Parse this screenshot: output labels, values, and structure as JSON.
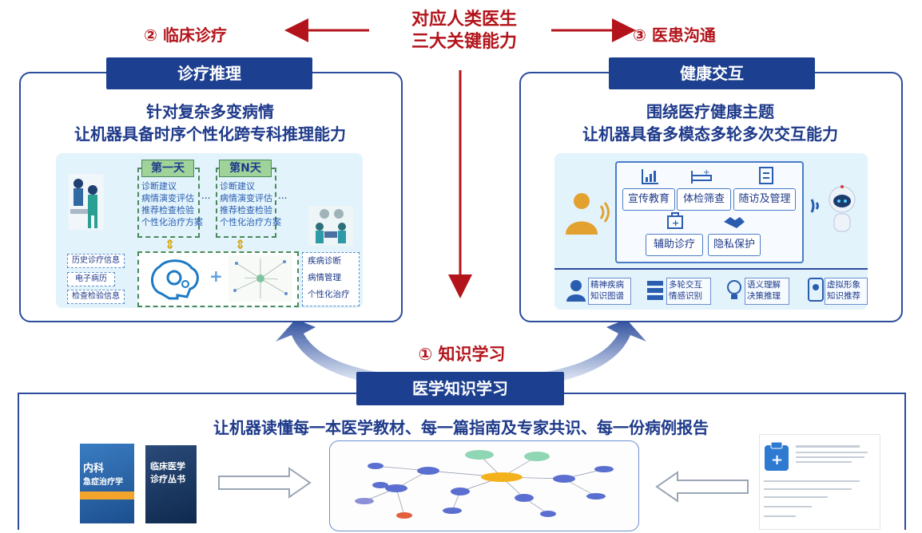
{
  "center_top": {
    "line1": "对应人类医生",
    "line2": "三大关键能力"
  },
  "left_heading": "② 临床诊疗",
  "right_heading": "③ 医患沟通",
  "middle_heading": "① 知识学习",
  "left_panel": {
    "tag": "诊疗推理",
    "title1": "针对复杂多变病情",
    "title2": "让机器具备时序个性化跨专科推理能力",
    "day1": {
      "title": "第一天",
      "items": [
        "诊断建议",
        "病情演变评估",
        "推荐检查检验",
        "个性化治疗方案"
      ]
    },
    "dayN": {
      "title": "第N天",
      "items": [
        "诊断建议",
        "病情演变评估",
        "推荐检查检验",
        "个性化治疗方案"
      ]
    },
    "ellipsis": "...",
    "inputs": [
      "历史诊疗信息",
      "电子病历",
      "检查检验信息"
    ],
    "outputs": [
      "疾病诊断",
      "病情管理",
      "个性化治疗"
    ],
    "plus": "+"
  },
  "right_panel": {
    "tag": "健康交互",
    "title1": "围绕医疗健康主题",
    "title2": "让机器具备多模态多轮多次交互能力",
    "services": [
      "宣传教育",
      "体检筛查",
      "随访及管理",
      "辅助诊疗",
      "隐私保护"
    ],
    "capabilities": [
      {
        "line1": "精神疾病",
        "line2": "知识图谱"
      },
      {
        "line1": "多轮交互",
        "line2": "情感识别"
      },
      {
        "line1": "语义理解",
        "line2": "决策推理"
      },
      {
        "line1": "虚拟形象",
        "line2": "知识推荐"
      }
    ]
  },
  "bottom_panel": {
    "tag": "医学知识学习",
    "title": "让机器读懂每一本医学教材、每一篇指南及专家共识、每一份病例报告",
    "book1": {
      "line1": "内科",
      "line2": "急症治疗学"
    },
    "book2": {
      "line1": "临床医学",
      "line2": "诊疗丛书"
    }
  },
  "colors": {
    "navy": "#1c3f8f",
    "red": "#b3141b",
    "light_blue": "#e2f3fb"
  }
}
